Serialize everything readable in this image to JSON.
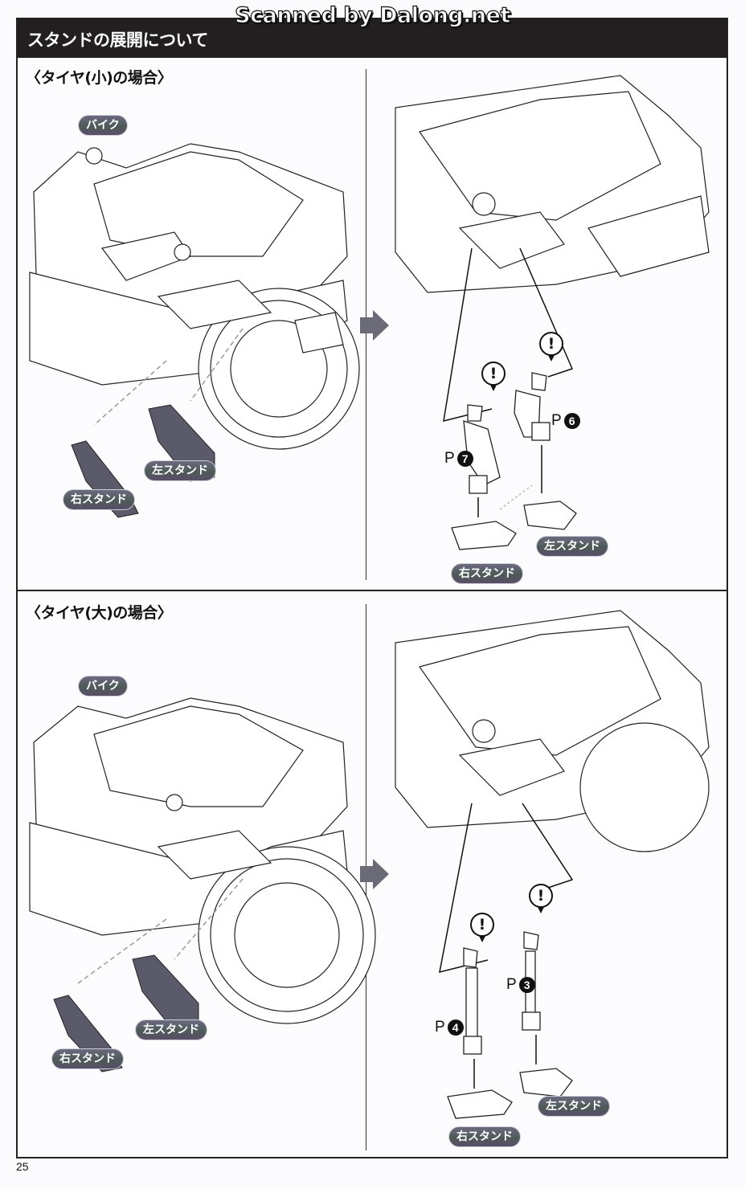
{
  "watermark": "Scanned by Dalong.net",
  "header": {
    "title": "スタンドの展開について"
  },
  "sections": [
    {
      "title": "〈タイヤ(小)の場合〉",
      "left_panel": {
        "bike_label": "バイク",
        "right_stand_label": "右スタンド",
        "left_stand_label": "左スタンド"
      },
      "right_panel": {
        "parts": [
          {
            "label_prefix": "P",
            "number": "7",
            "warning": "!"
          },
          {
            "label_prefix": "P",
            "number": "6",
            "warning": "!"
          }
        ],
        "right_stand_label": "右スタンド",
        "left_stand_label": "左スタンド"
      }
    },
    {
      "title": "〈タイヤ(大)の場合〉",
      "left_panel": {
        "bike_label": "バイク",
        "right_stand_label": "右スタンド",
        "left_stand_label": "左スタンド"
      },
      "right_panel": {
        "parts": [
          {
            "label_prefix": "P",
            "number": "4",
            "warning": "!"
          },
          {
            "label_prefix": "P",
            "number": "3",
            "warning": "!"
          }
        ],
        "right_stand_label": "右スタンド",
        "left_stand_label": "左スタンド"
      }
    }
  ],
  "page_number": "25"
}
